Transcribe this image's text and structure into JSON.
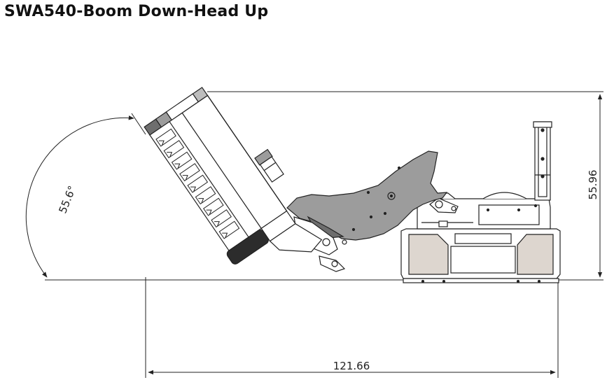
{
  "title": "SWA540-Boom Down-Head Up",
  "dimensions": {
    "angle": "55.6°",
    "height": "55.96",
    "length": "121.66"
  },
  "colors": {
    "line": "#222222",
    "boom": "#9c9c9c",
    "boom_dark": "#6e6e6e",
    "body": "#ffffff",
    "roller": "#2c2c2c",
    "panel": "#ddd6cf"
  }
}
